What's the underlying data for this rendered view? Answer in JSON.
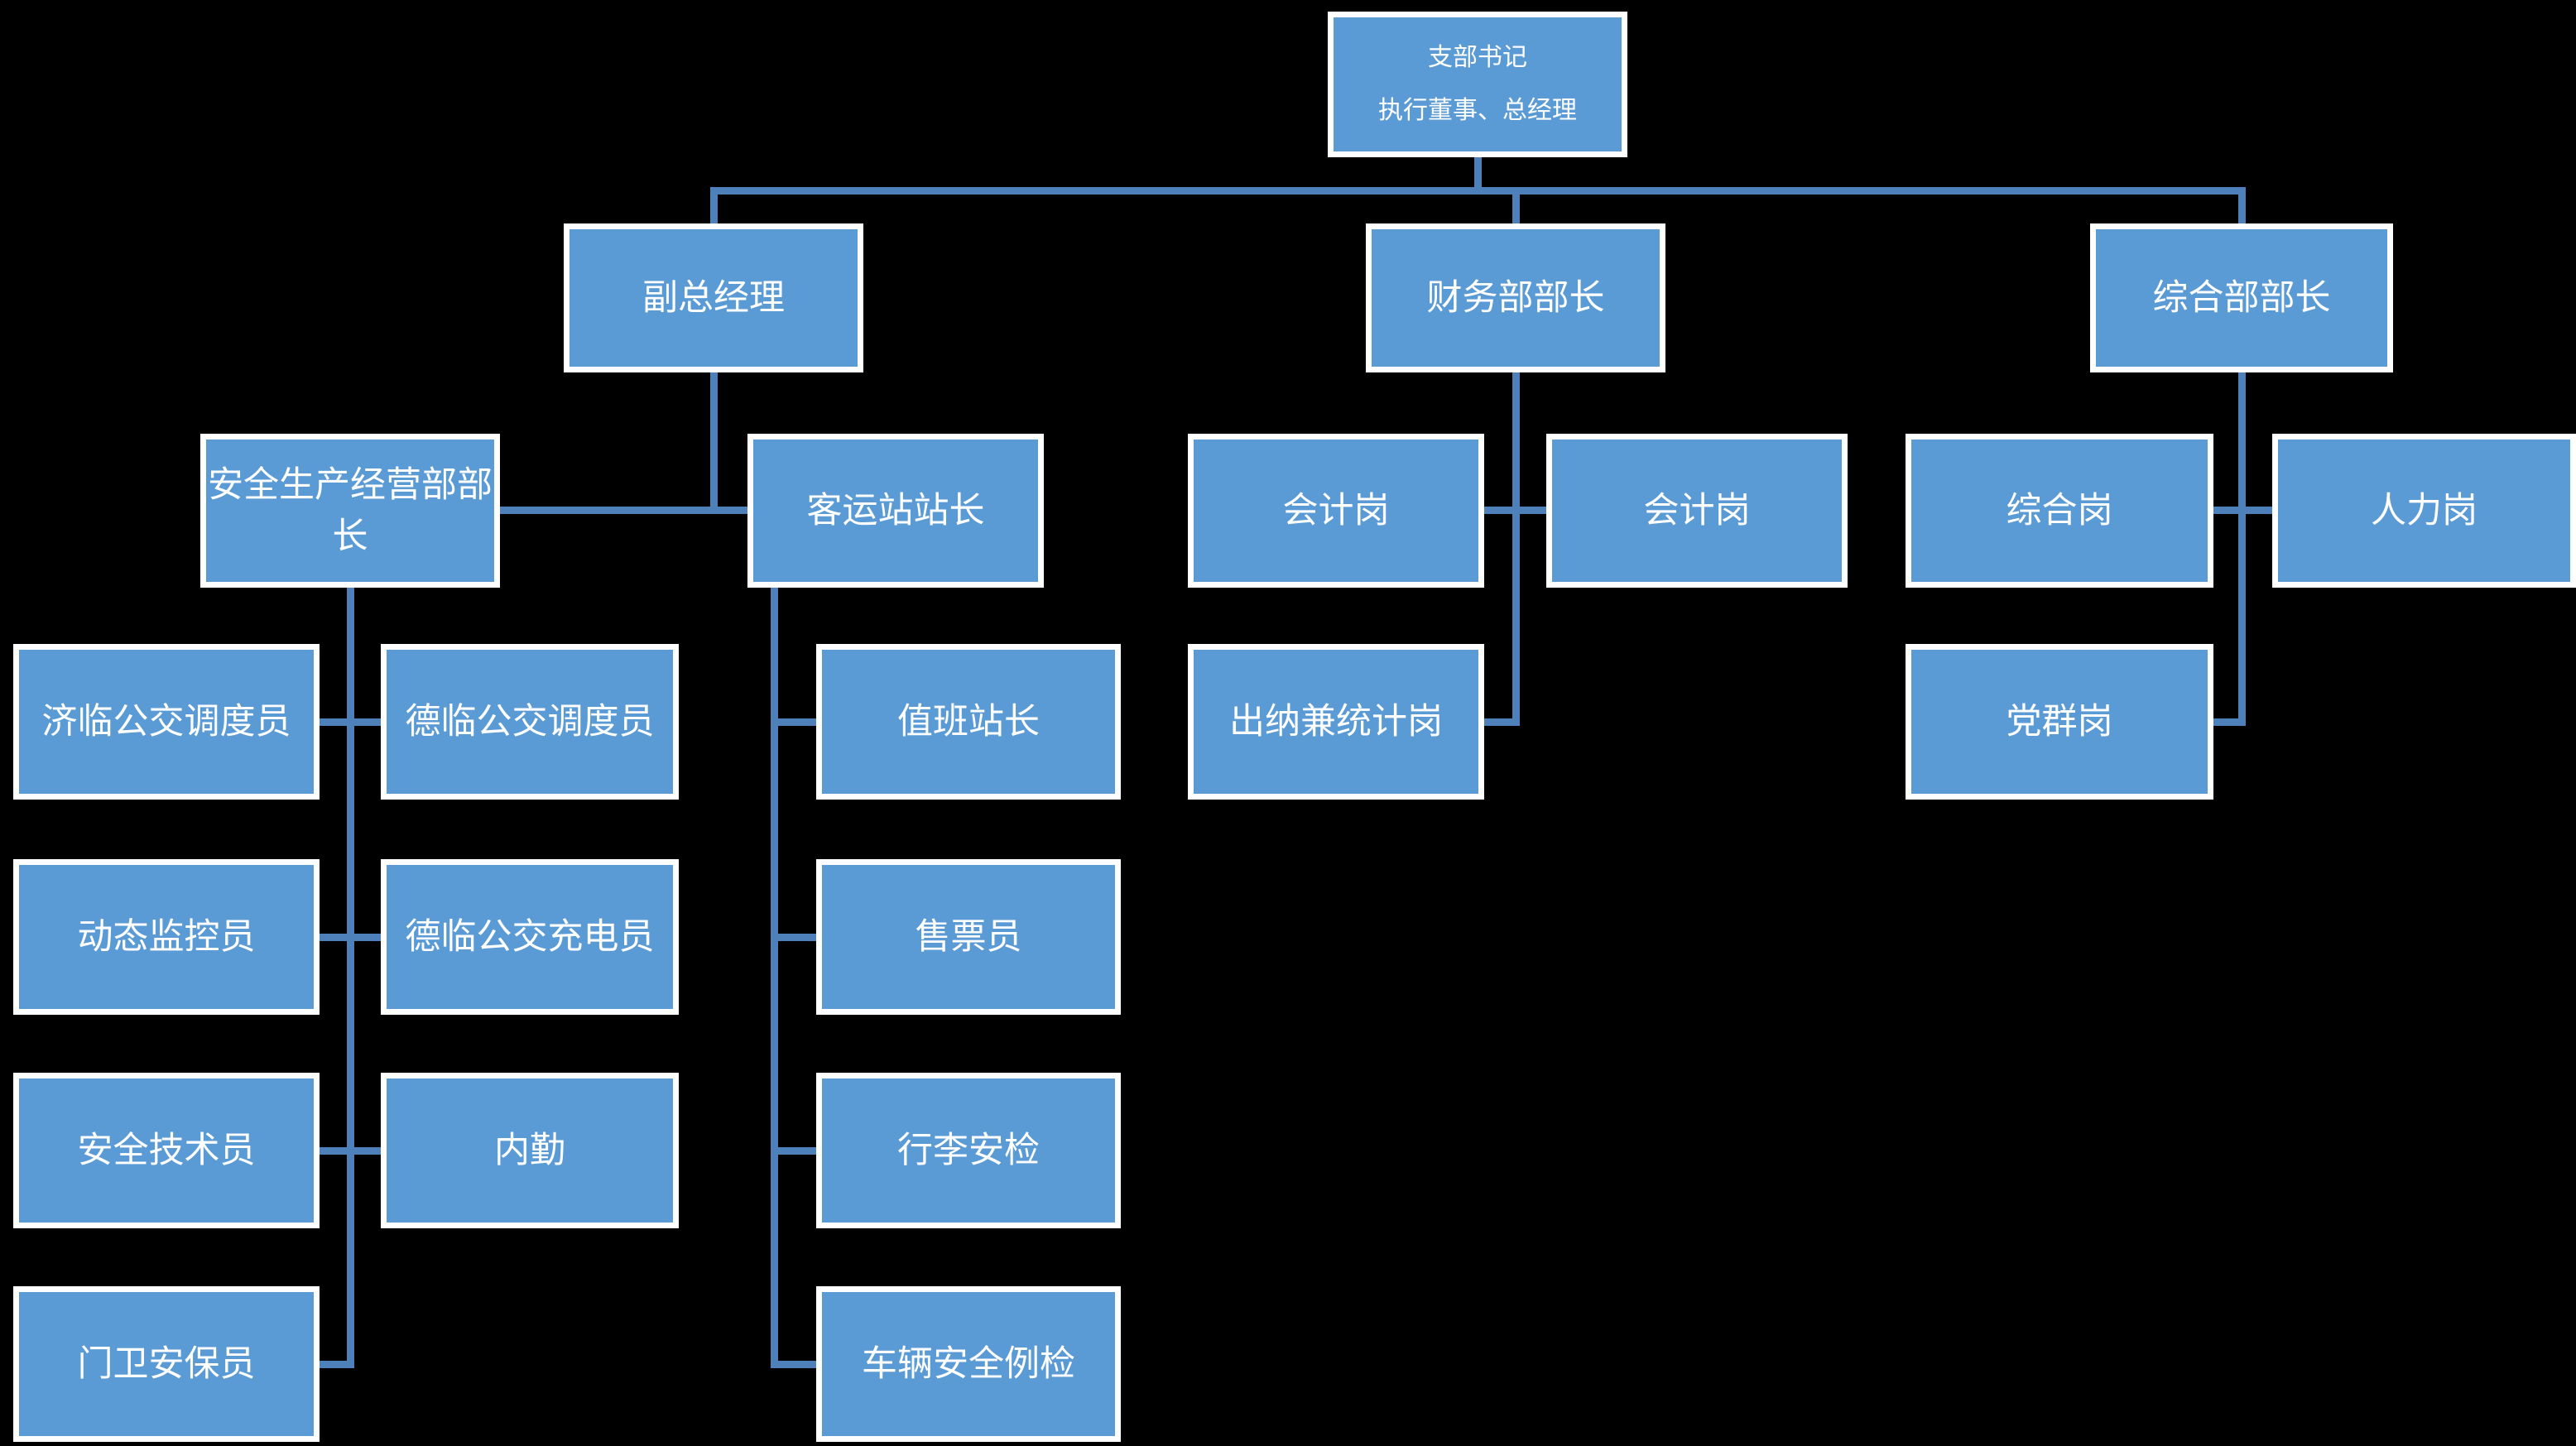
{
  "chart_title": "",
  "style": {
    "background_color": "#000000",
    "node_fill_color": "#5B9BD5",
    "node_border_color": "#FFFFFF",
    "connector_color": "#4E81BA",
    "text_color": "#FFFFFF"
  },
  "nodes": {
    "root": {
      "label": "支部书记",
      "label2": "执行董事、总经理"
    },
    "vice_gm": {
      "label": "副总经理"
    },
    "finance_head": {
      "label": "财务部部长"
    },
    "general_head": {
      "label": "综合部部长"
    },
    "safety_head": {
      "label": "安全生产经营部部长"
    },
    "station_master": {
      "label": "客运站站长"
    },
    "accounting1": {
      "label": "会计岗"
    },
    "accounting2": {
      "label": "会计岗"
    },
    "general_post": {
      "label": "综合岗"
    },
    "hr_post": {
      "label": "人力岗"
    },
    "jilin_dispatcher": {
      "label": "济临公交调度员"
    },
    "delin_dispatcher": {
      "label": "德临公交调度员"
    },
    "duty_master": {
      "label": "值班站长"
    },
    "cashier_stat": {
      "label": "出纳兼统计岗"
    },
    "party_post": {
      "label": "党群岗"
    },
    "dynamic_monitor": {
      "label": "动态监控员"
    },
    "delin_charger": {
      "label": "德临公交充电员"
    },
    "ticket_seller": {
      "label": "售票员"
    },
    "safety_tech": {
      "label": "安全技术员"
    },
    "office_clerk": {
      "label": "内勤"
    },
    "luggage_security": {
      "label": "行李安检"
    },
    "guard": {
      "label": "门卫安保员"
    },
    "vehicle_check": {
      "label": "车辆安全例检"
    }
  },
  "edges": [
    {
      "from": "root",
      "to": "vice_gm"
    },
    {
      "from": "root",
      "to": "finance_head"
    },
    {
      "from": "root",
      "to": "general_head"
    },
    {
      "from": "vice_gm",
      "to": "safety_head"
    },
    {
      "from": "vice_gm",
      "to": "station_master"
    },
    {
      "from": "safety_head",
      "to": "jilin_dispatcher"
    },
    {
      "from": "safety_head",
      "to": "delin_dispatcher"
    },
    {
      "from": "safety_head",
      "to": "dynamic_monitor"
    },
    {
      "from": "safety_head",
      "to": "delin_charger"
    },
    {
      "from": "safety_head",
      "to": "safety_tech"
    },
    {
      "from": "safety_head",
      "to": "office_clerk"
    },
    {
      "from": "safety_head",
      "to": "guard"
    },
    {
      "from": "station_master",
      "to": "duty_master"
    },
    {
      "from": "station_master",
      "to": "ticket_seller"
    },
    {
      "from": "station_master",
      "to": "luggage_security"
    },
    {
      "from": "station_master",
      "to": "vehicle_check"
    },
    {
      "from": "finance_head",
      "to": "accounting1"
    },
    {
      "from": "finance_head",
      "to": "accounting2"
    },
    {
      "from": "finance_head",
      "to": "cashier_stat"
    },
    {
      "from": "general_head",
      "to": "general_post"
    },
    {
      "from": "general_head",
      "to": "hr_post"
    },
    {
      "from": "general_head",
      "to": "party_post"
    }
  ]
}
